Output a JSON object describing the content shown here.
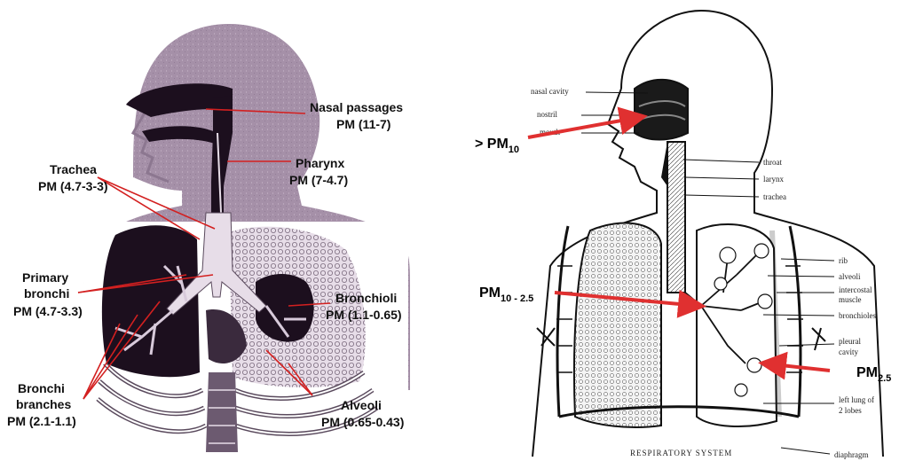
{
  "left_figure": {
    "labels": {
      "nasal_title": "Nasal passages",
      "nasal_pm": "PM (11-7)",
      "pharynx_title": "Pharynx",
      "pharynx_pm": "PM (7-4.7)",
      "trachea_title": "Trachea",
      "trachea_pm": "PM (4.7-3-3)",
      "primary_line1": "Primary",
      "primary_line2": "bronchi",
      "primary_pm": "PM (4.7-3.3)",
      "bronchioli_title": "Bronchioli",
      "bronchioli_pm": "PM (1.1-0.65)",
      "branches_line1": "Bronchi",
      "branches_line2": "branches",
      "branches_pm": "PM (2.1-1.1)",
      "alveoli_title": "Alveoli",
      "alveoli_pm": "PM (0.65-0.43)"
    },
    "colors": {
      "silhouette": "#a590a8",
      "dark": "#1c0f1e",
      "light": "#e7dde8",
      "leader": "#d32020"
    }
  },
  "right_figure": {
    "small_labels": {
      "nasal_cavity": "nasal cavity",
      "nostril": "nostril",
      "mouth": "mouth",
      "throat": "throat",
      "larynx": "larynx",
      "trachea": "trachea",
      "rib": "rib",
      "alveoli": "alveoli",
      "intercostal_1": "intercostal",
      "intercostal_2": "muscle",
      "bronchioles": "bronchioles",
      "pleural_1": "pleural",
      "pleural_2": "cavity",
      "leftlung_1": "left lung of",
      "leftlung_2": "2 lobes",
      "diaphragm": "diaphragm"
    },
    "caption": "RESPIRATORY SYSTEM",
    "pm_labels": {
      "pm10_prefix": "> PM",
      "pm10_sub": "10",
      "pm10_25_main": "PM",
      "pm10_25_sub": "10 - 2.5",
      "pm25_main": "PM",
      "pm25_sub": "2.5"
    },
    "colors": {
      "arrow": "#e03030",
      "ink": "#111111"
    }
  }
}
